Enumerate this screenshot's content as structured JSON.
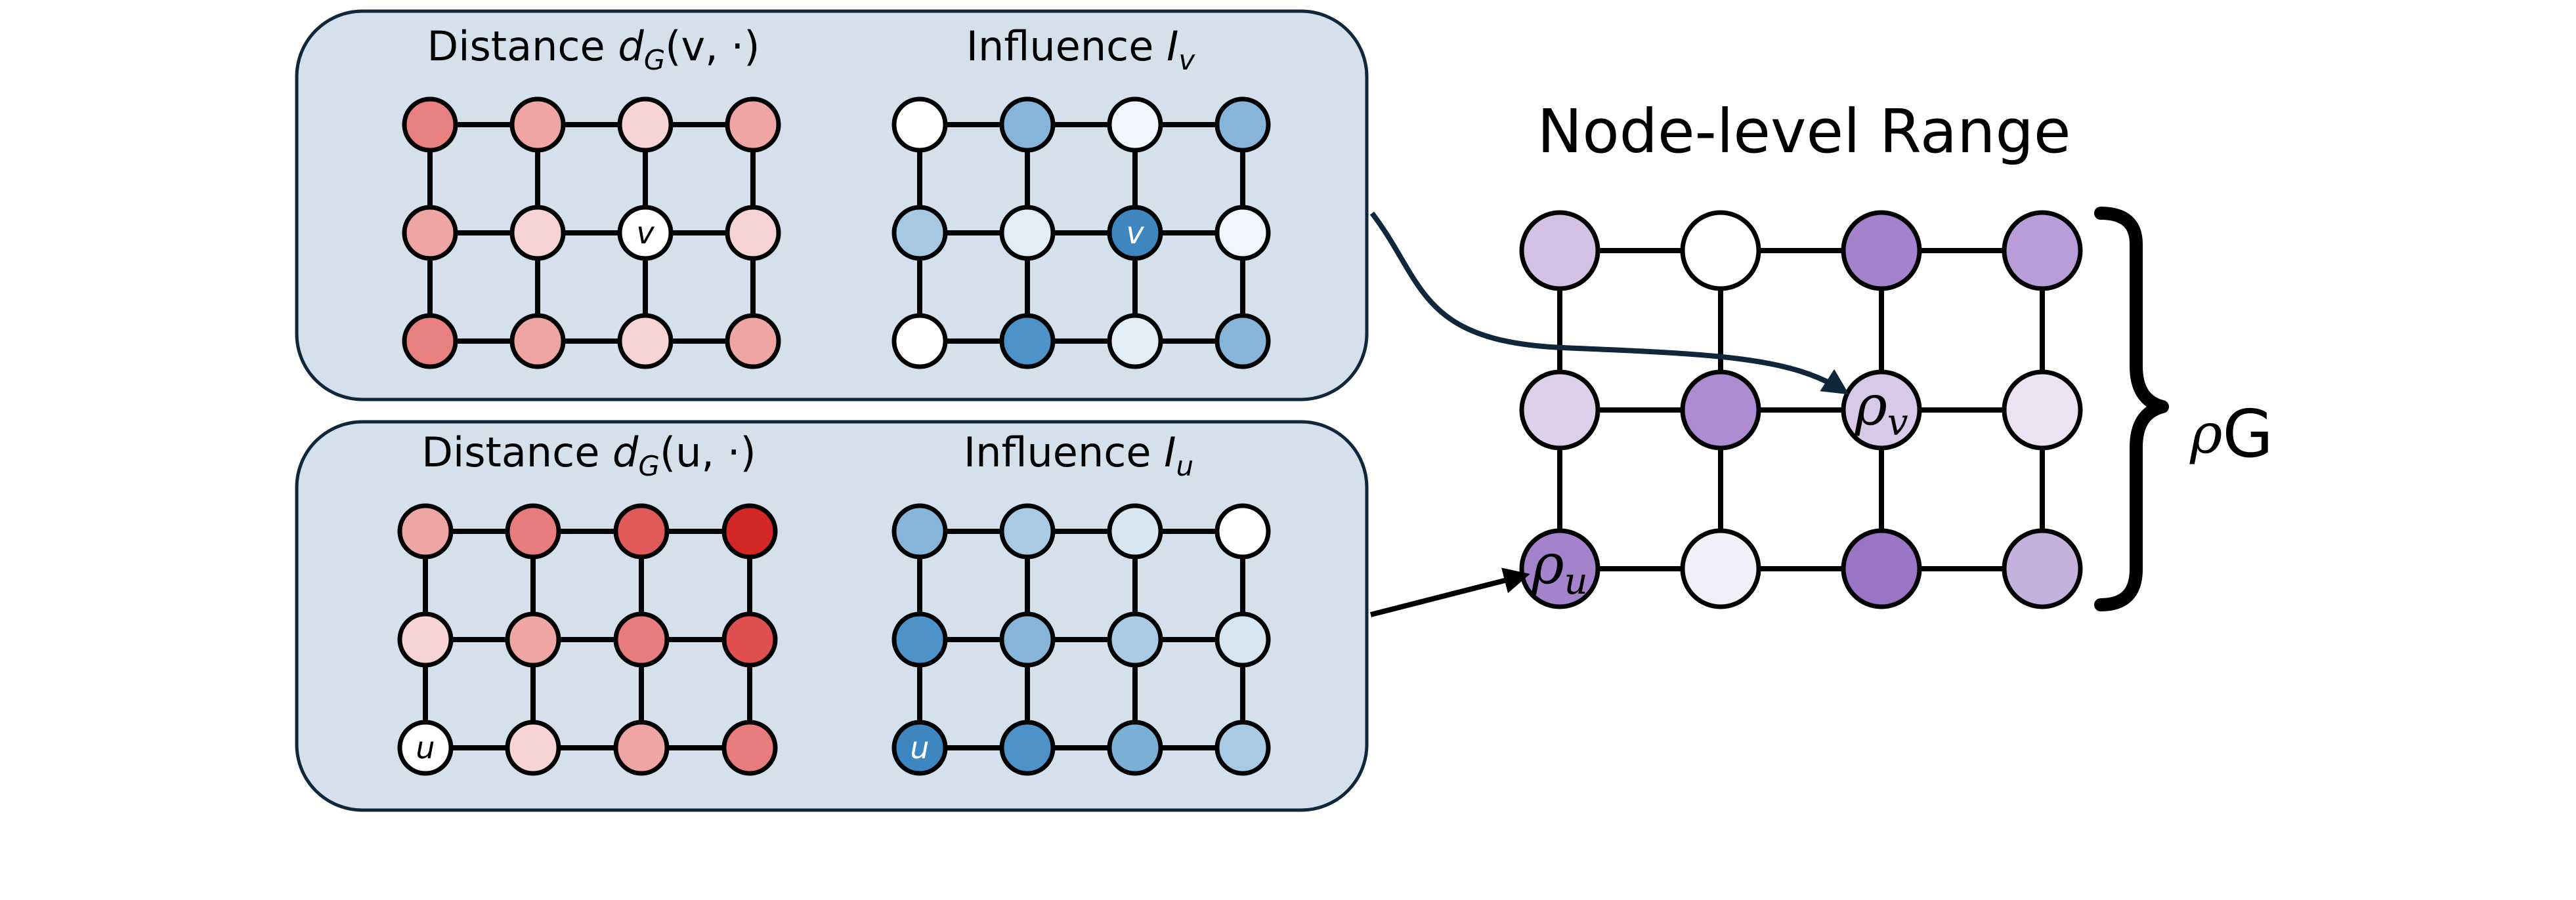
{
  "panels": [
    {
      "distance": {
        "title_main": "Distance ",
        "title_math": "d",
        "title_sub": "G",
        "title_args": "(v, ·)"
      },
      "influence": {
        "title_main": "Influence ",
        "title_math": "I",
        "title_sub": "v"
      },
      "source_label": "v",
      "distance_colors": [
        [
          "#e88080",
          "#f0a5a5",
          "#f8d3d3",
          "#f0a5a5"
        ],
        [
          "#f0a5a5",
          "#f8d3d3",
          "#ffffff",
          "#f8d3d3"
        ],
        [
          "#e88080",
          "#f0a5a5",
          "#f8d3d3",
          "#f0a5a5"
        ]
      ],
      "influence_colors": [
        [
          "#ffffff",
          "#86b5d9",
          "#f0f6fb",
          "#86b5d9"
        ],
        [
          "#a5c9e4",
          "#e2eef7",
          "#3d86c0",
          "#f0f6fb"
        ],
        [
          "#ffffff",
          "#4d92c8",
          "#e2eef7",
          "#86b5d9"
        ]
      ]
    },
    {
      "distance": {
        "title_main": "Distance ",
        "title_math": "d",
        "title_sub": "G",
        "title_args": "(u, ·)"
      },
      "influence": {
        "title_main": "Influence ",
        "title_math": "I",
        "title_sub": "u"
      },
      "source_label": "u",
      "distance_colors": [
        [
          "#f0a5a5",
          "#e87c7c",
          "#e05a5a",
          "#d42828"
        ],
        [
          "#f8d3d3",
          "#f0a5a5",
          "#e87c7c",
          "#e05050"
        ],
        [
          "#ffffff",
          "#f8d3d3",
          "#f0a5a5",
          "#e87c7c"
        ]
      ],
      "influence_colors": [
        [
          "#86b5d9",
          "#a8cae4",
          "#d6e6f2",
          "#ffffff"
        ],
        [
          "#4d92c8",
          "#86b5d9",
          "#a8cae4",
          "#d6e6f2"
        ],
        [
          "#3d86c0",
          "#4d92c8",
          "#7aafd6",
          "#a8cae4"
        ]
      ]
    }
  ],
  "range": {
    "title": "Node-level Range",
    "colors": [
      [
        "#d4c1e4",
        "#ffffff",
        "#a582cc",
        "#b89dd8"
      ],
      [
        "#ddd0eb",
        "#ad8bd1",
        "#d9c9e9",
        "#ebe3f4"
      ],
      [
        "#a582cc",
        "#f3eff8",
        "#9a74c5",
        "#c6b0dd"
      ]
    ],
    "rho_v": {
      "symbol": "ρ",
      "sub": "v"
    },
    "rho_u": {
      "symbol": "ρ",
      "sub": "u"
    },
    "rho_g": {
      "symbol": "ρ",
      "sub": "G"
    }
  }
}
